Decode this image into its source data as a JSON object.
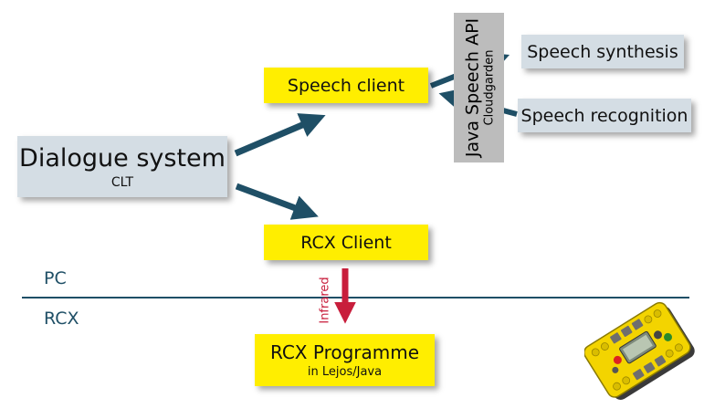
{
  "boxes": {
    "dialogue": {
      "label": "Dialogue system",
      "sub": "CLT"
    },
    "speech_client": {
      "label": "Speech client"
    },
    "rcx_client": {
      "label": "RCX Client"
    },
    "rcx_programme": {
      "label": "RCX Programme",
      "sub": "in Lejos/Java"
    },
    "speech_synthesis": {
      "label": "Speech synthesis"
    },
    "speech_recognition": {
      "label": "Speech recognition"
    },
    "java_api": {
      "label": "Java Speech API",
      "sub": "Cloudgarden"
    }
  },
  "zones": {
    "pc": "PC",
    "rcx": "RCX"
  },
  "infrared": {
    "label": "Infrared"
  },
  "colors": {
    "box_yellow": "#ffee00",
    "box_grey": "#d4dde4",
    "api_grey": "#bcbcbc",
    "arrow_teal": "#1f4f66",
    "infrared_red": "#c81e3c"
  },
  "icons": {
    "robot_brick": "lego-rcx-brick-icon"
  }
}
